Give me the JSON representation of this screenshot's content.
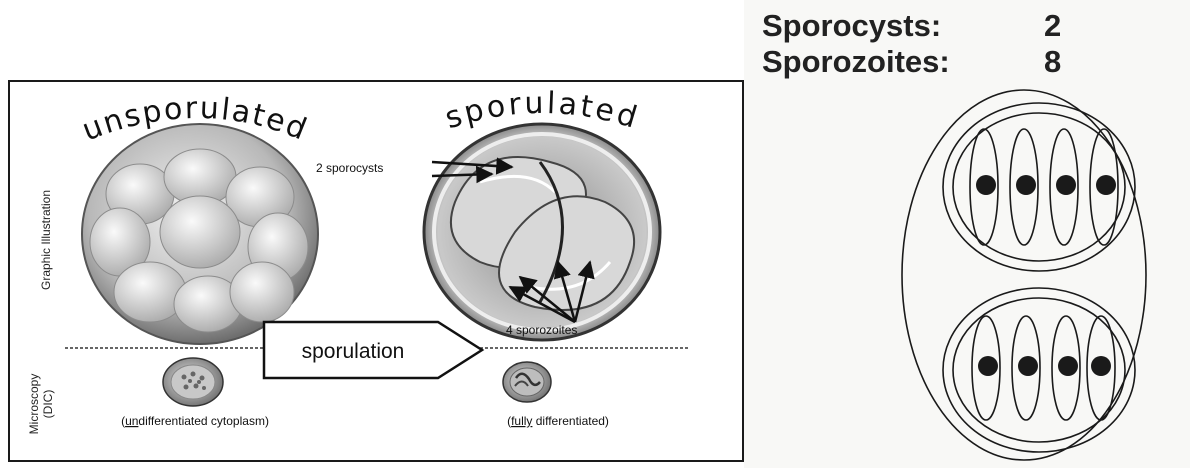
{
  "left_figure": {
    "heading_unsporulated": "unsporulated",
    "heading_sporulated": "sporulated",
    "row_label_graphic": "Graphic Illustration",
    "row_label_microscopy_line1": "Microscopy",
    "row_label_microscopy_line2": "(DIC)",
    "label_sporocysts": "2 sporocysts",
    "label_sporozoites": "4 sporozoites",
    "process_arrow_label": "sporulation",
    "caption_left_prefix": "(",
    "caption_left_underlined": "un",
    "caption_left_rest": "differentiated cytoplasm)",
    "caption_right_prefix": "(",
    "caption_right_underlined": "fully",
    "caption_right_rest": " differentiated)"
  },
  "right_figure": {
    "counts": [
      {
        "label": "Sporocysts:",
        "value": "2"
      },
      {
        "label": "Sporozoites:",
        "value": "8"
      }
    ]
  },
  "colors": {
    "line": "#1a1a1a",
    "gray_light": "#dcdcdc",
    "gray_dark": "#5a5a5a"
  }
}
